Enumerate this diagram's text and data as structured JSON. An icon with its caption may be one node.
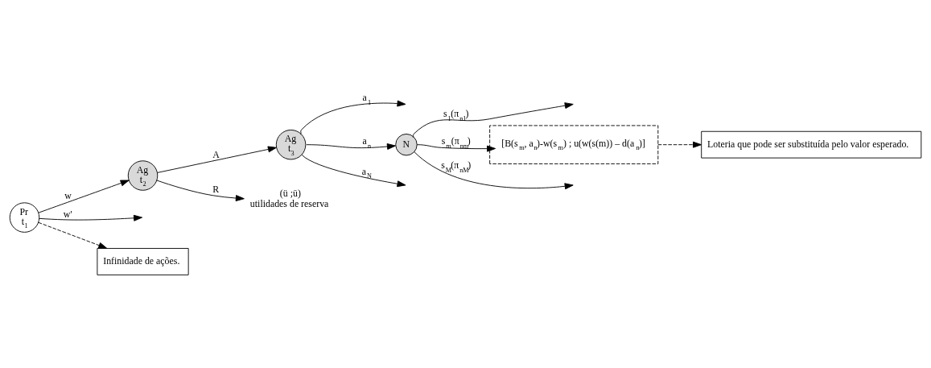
{
  "diagram": {
    "nodes": [
      {
        "text": [
          "Infinidade de ações."
        ]
      },
      {
        "text": [
          "Pr",
          "t$_{1}$"
        ]
      },
      {
        "text": [
          "Ag",
          "t$_{2}$"
        ]
      },
      {
        "text": [
          "Ag",
          "t$_{3}$"
        ]
      },
      {
        "text": [
          "N"
        ]
      },
      {
        "text": [
          "[B(s$_{m}$, a$_{n}$)-w(s$_{m}$) ; u(w(s(m)) – d(a$_{n}$)]"
        ],
        "in": 6
      },
      {
        "text": [],
        "shape": "box"
      },
      {
        "text": [
          "(ü ;ū)",
          "utilidades de reserva"
        ]
      },
      {
        "text": [
          "Loteria que pode ser substituída pelo valor esperado."
        ]
      }
    ],
    "edges": [
      {
        "from": 1,
        "to": 2,
        "arrow": "to",
        "label": "w"
      },
      {
        "from": 1,
        "to": null,
        "arrow": "to",
        "label": "w'"
      },
      {
        "from": 1,
        "to": 0,
        "arrow": "to",
        "style": "dashed"
      },
      {
        "from": 2,
        "to": 3,
        "arrow": "to",
        "label": "A"
      },
      {
        "from": 2,
        "to": 7,
        "arrow": "to",
        "label": "R"
      },
      {
        "from": 3,
        "to": null,
        "arrow": "to",
        "label": "a$_{1}$"
      },
      {
        "from": 3,
        "to": 4,
        "arrow": "to",
        "label": "a$_{n}$"
      },
      {
        "from": 3,
        "to": null,
        "arrow": "to",
        "label": "a$_{N}$"
      },
      {
        "from": 4,
        "to": null,
        "arrow": "to",
        "label": "s$_{1}$(π$_{n1}$)"
      },
      {
        "from": 4,
        "to": 5,
        "arrow": "to",
        "label": "s$_{m}$(π$_{nm}$)"
      },
      {
        "from": 4,
        "to": null,
        "arrow": "to",
        "label": "s$_{M}$(π$_{nM}$)"
      },
      {
        "from": 6,
        "to": 8,
        "arrow": "to",
        "style": "dashed"
      }
    ]
  }
}
